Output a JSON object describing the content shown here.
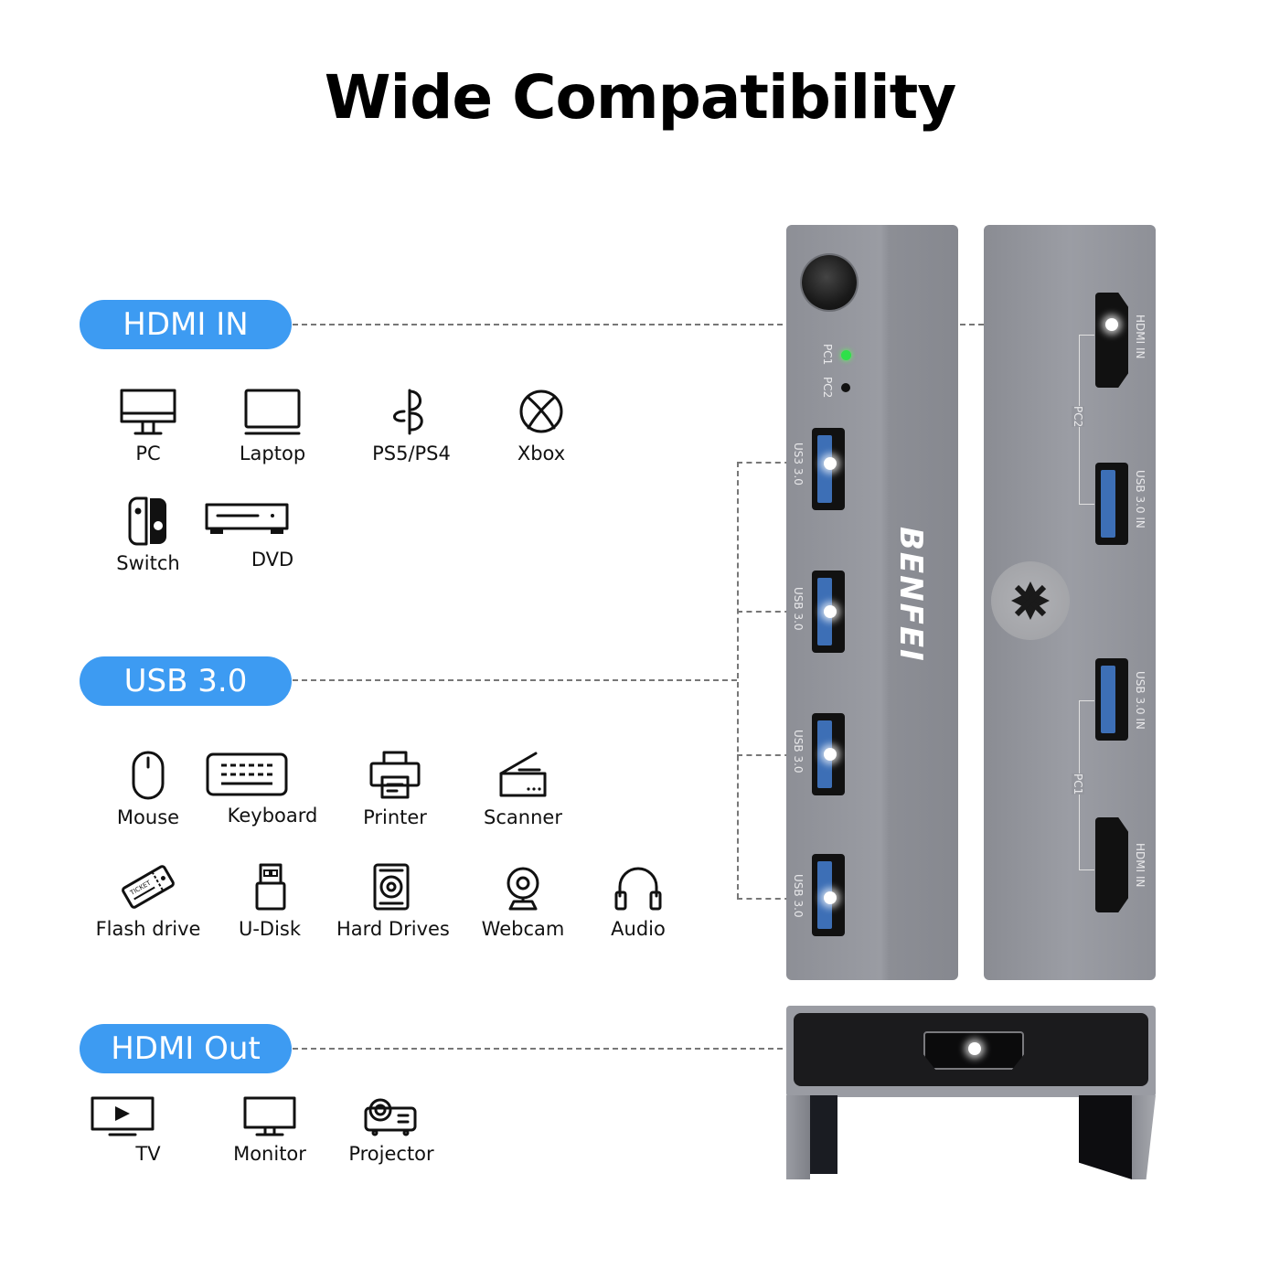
{
  "title": "Wide Compatibility",
  "sections": {
    "hdmi_in": {
      "label": "HDMI IN",
      "devices": [
        {
          "name": "PC",
          "icon": "desktop-pc-icon"
        },
        {
          "name": "Laptop",
          "icon": "laptop-icon"
        },
        {
          "name": "PS5/PS4",
          "icon": "playstation-icon"
        },
        {
          "name": "Xbox",
          "icon": "xbox-icon"
        },
        {
          "name": "Switch",
          "icon": "nintendo-switch-icon"
        },
        {
          "name": "DVD",
          "icon": "dvd-player-icon"
        }
      ]
    },
    "usb": {
      "label": "USB 3.0",
      "devices": [
        {
          "name": "Mouse",
          "icon": "mouse-icon"
        },
        {
          "name": "Keyboard",
          "icon": "keyboard-icon"
        },
        {
          "name": "Printer",
          "icon": "printer-icon"
        },
        {
          "name": "Scanner",
          "icon": "scanner-icon"
        },
        {
          "name": "Flash drive",
          "icon": "ticket-flash-drive-icon"
        },
        {
          "name": "U-Disk",
          "icon": "usb-disk-icon"
        },
        {
          "name": "Hard Drives",
          "icon": "hard-drive-icon"
        },
        {
          "name": "Webcam",
          "icon": "webcam-icon"
        },
        {
          "name": "Audio",
          "icon": "headphones-icon"
        }
      ]
    },
    "hdmi_out": {
      "label": "HDMI Out",
      "devices": [
        {
          "name": "TV",
          "icon": "tv-icon"
        },
        {
          "name": "Monitor",
          "icon": "monitor-icon"
        },
        {
          "name": "Projector",
          "icon": "projector-icon"
        }
      ]
    }
  },
  "product": {
    "brand": "BENFEI",
    "front": {
      "led_labels": [
        "PC1",
        "PC2"
      ],
      "led_colors": {
        "pc1": "#2fe04a",
        "pc2": "#111111"
      },
      "usb_port_labels": [
        "US3 3.0",
        "USB 3.0",
        "USB 3.0",
        "USB 3.0"
      ]
    },
    "back": {
      "ports": [
        {
          "label": "HDMI IN",
          "group": "PC2"
        },
        {
          "label": "USB 3.0  IN",
          "group": "PC2"
        },
        {
          "label": "USB 3.0  IN",
          "group": "PC1"
        },
        {
          "label": "HDMI IN",
          "group": "PC1"
        }
      ],
      "group_labels": [
        "PC2",
        "PC1"
      ]
    }
  },
  "colors": {
    "pill": "#3d9bf2",
    "device_gray": "#94969d",
    "usb_blue": "#3d6fb6"
  }
}
